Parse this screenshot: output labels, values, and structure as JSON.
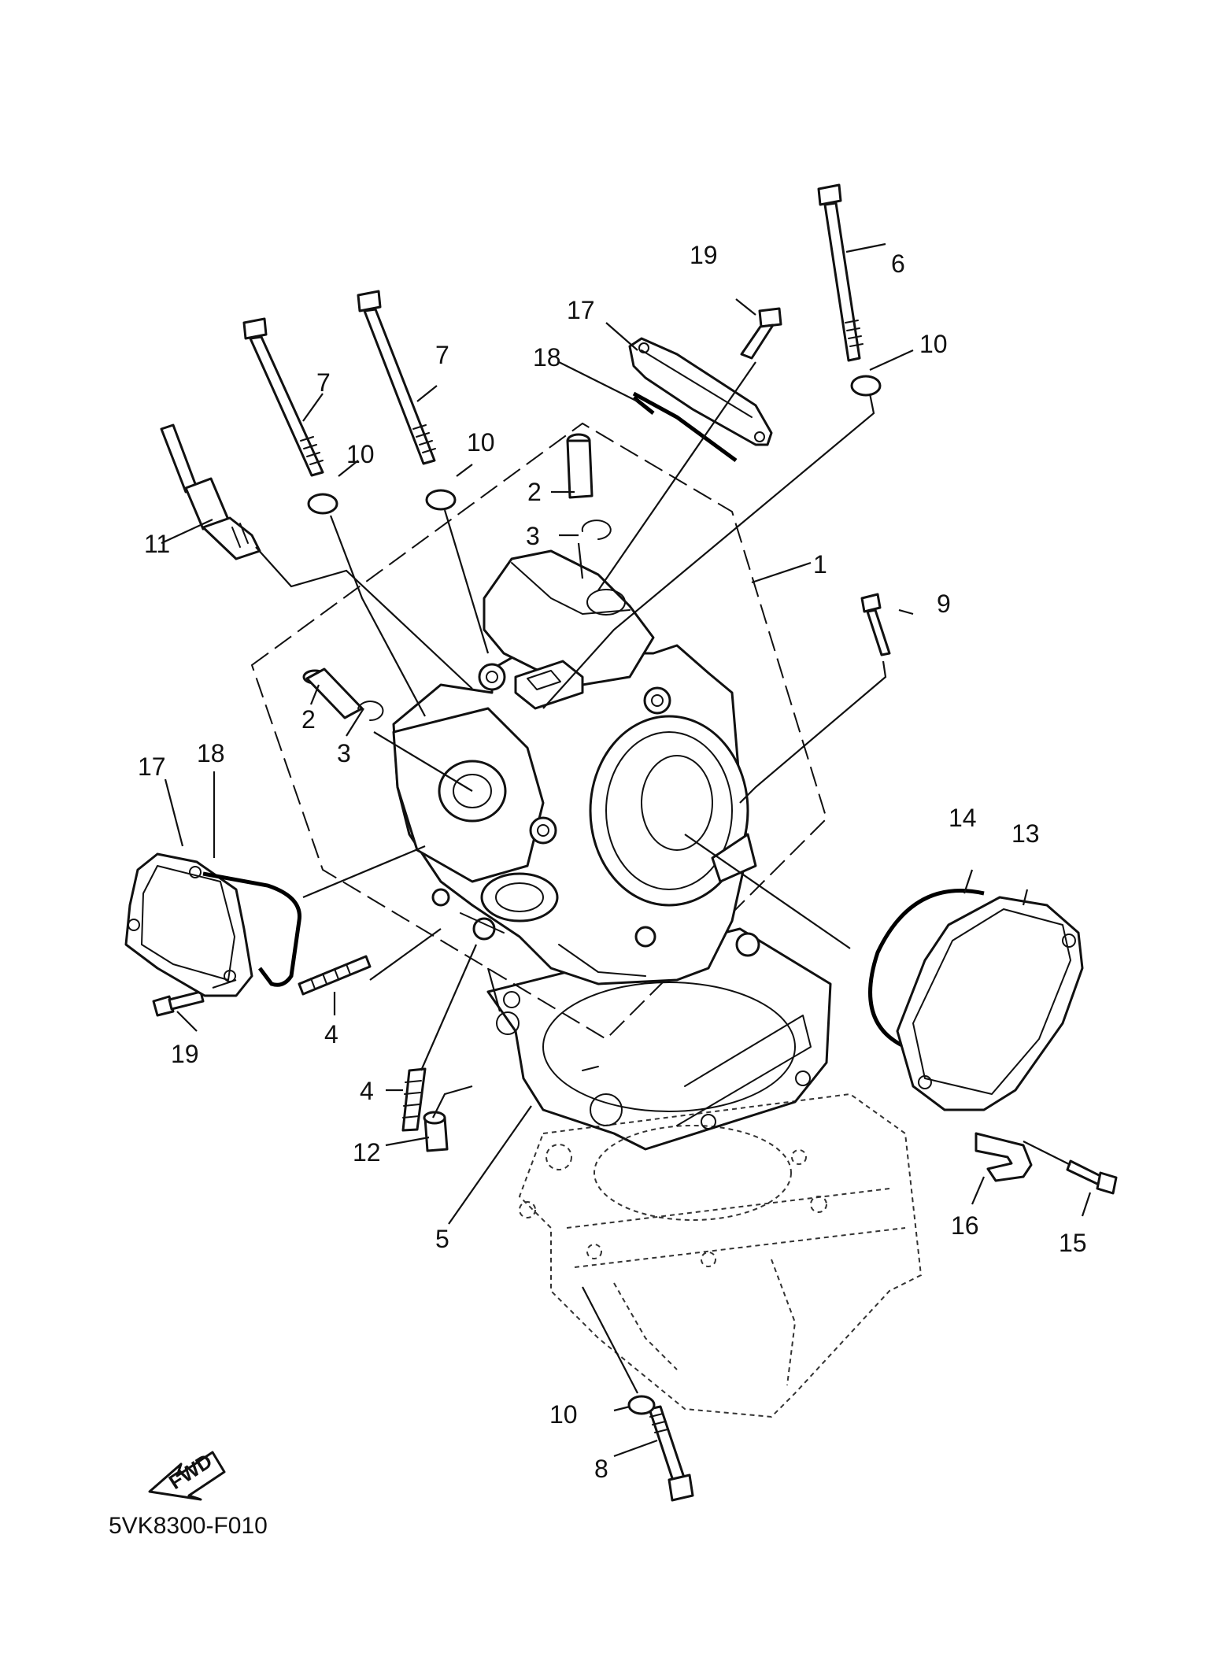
{
  "diagram": {
    "drawing_code": "5VK8300-F010",
    "fwd_label": "FWD",
    "callouts": [
      {
        "id": "c1",
        "label": "1"
      },
      {
        "id": "c2a",
        "label": "2"
      },
      {
        "id": "c2b",
        "label": "2"
      },
      {
        "id": "c3a",
        "label": "3"
      },
      {
        "id": "c3b",
        "label": "3"
      },
      {
        "id": "c4a",
        "label": "4"
      },
      {
        "id": "c4b",
        "label": "4"
      },
      {
        "id": "c5",
        "label": "5"
      },
      {
        "id": "c6",
        "label": "6"
      },
      {
        "id": "c7a",
        "label": "7"
      },
      {
        "id": "c7b",
        "label": "7"
      },
      {
        "id": "c8",
        "label": "8"
      },
      {
        "id": "c9",
        "label": "9"
      },
      {
        "id": "c10a",
        "label": "10"
      },
      {
        "id": "c10b",
        "label": "10"
      },
      {
        "id": "c10c",
        "label": "10"
      },
      {
        "id": "c10d",
        "label": "10"
      },
      {
        "id": "c11",
        "label": "11"
      },
      {
        "id": "c12",
        "label": "12"
      },
      {
        "id": "c13",
        "label": "13"
      },
      {
        "id": "c14",
        "label": "14"
      },
      {
        "id": "c15",
        "label": "15"
      },
      {
        "id": "c16",
        "label": "16"
      },
      {
        "id": "c17a",
        "label": "17"
      },
      {
        "id": "c17b",
        "label": "17"
      },
      {
        "id": "c18a",
        "label": "18"
      },
      {
        "id": "c18b",
        "label": "18"
      },
      {
        "id": "c19a",
        "label": "19"
      },
      {
        "id": "c19b",
        "label": "19"
      }
    ]
  }
}
